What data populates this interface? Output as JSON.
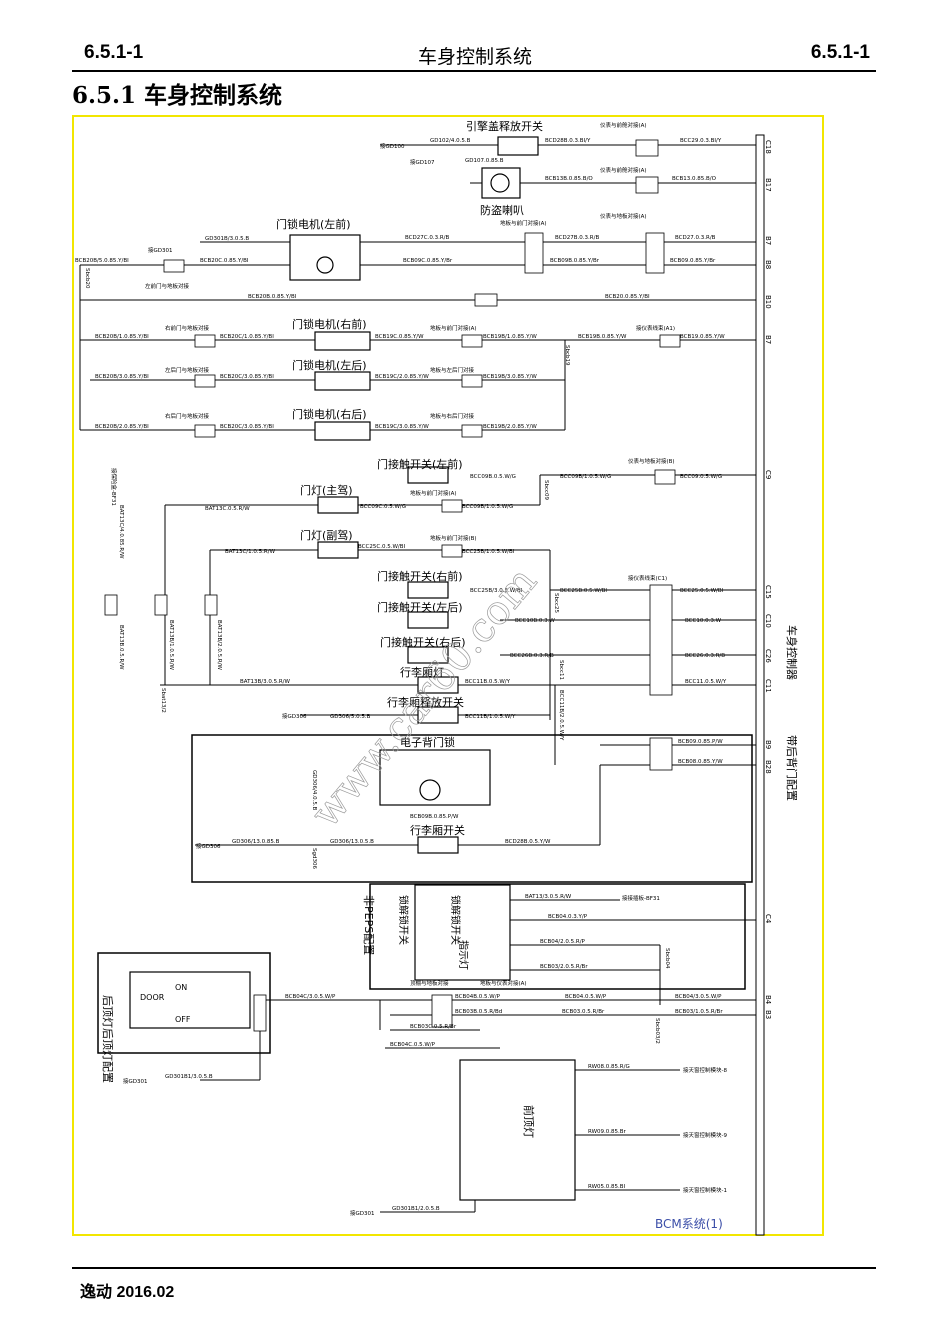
{
  "header": {
    "left_code": "6.5.1-1",
    "center_title": "车身控制系统",
    "right_code": "6.5.1-1"
  },
  "section": {
    "number": "6.5.1",
    "title": "车身控制系统"
  },
  "diagram": {
    "components": {
      "hood_switch": "引擎盖释放开关",
      "horn": "防盗喇叭",
      "motor_lf": "门锁电机(左前)",
      "motor_rf": "门锁电机(右前)",
      "motor_lr": "门锁电机(左后)",
      "motor_rr": "门锁电机(右后)",
      "door_sw_lf": "门接触开关(左前)",
      "dome_main": "门灯(主驾)",
      "dome_pass": "门灯(副驾)",
      "door_sw_rf": "门接触开关(右前)",
      "door_sw_lr": "门接触开关(左后)",
      "door_sw_rr": "门接触开关(右后)",
      "trunk_light": "行李厢灯",
      "trunk_release": "行李厢释放开关",
      "elec_lock": "电子背门锁",
      "trunk_switch": "行李厢开关",
      "bcm": "车身控制器",
      "rear_door_config": "带后背门配置",
      "peps_config": "非PEPS配置",
      "rear_dome": "后顶灯",
      "rear_dome_config": "后顶灯配置",
      "front_dome": "前顶灯",
      "switch_a": "锁解锁开关",
      "switch_b": "锁解锁开关",
      "indicator": "指示灯"
    },
    "connectors": {
      "c1": "仪表与前舱对接(A)",
      "c2": "仪表与前舱对接(A)",
      "c3": "地板与前门对接(A)",
      "c4": "仪表与地板对接(A)",
      "c5": "左前门与地板对接",
      "c6": "右前门与地板对接",
      "c7": "地板与前门对接(A)",
      "c8": "接仪表线束(A1)",
      "c9": "左后门与地板对接",
      "c10": "地板与左后门对接",
      "c11": "右后门与地板对接",
      "c12": "地板与右后门对接",
      "c13": "仪表与地板对接(B)",
      "c14": "地板与前门对接(A)",
      "c15": "地板与前门对接(B)",
      "c16": "接仪表线束(C1)",
      "c17": "顶棚与地板对接",
      "c18": "地板与仪表对接(A)"
    },
    "grounds": {
      "g1": "接GD100",
      "g2": "接GD107",
      "g3": "接GD301",
      "g4": "接GD306",
      "g5": "接GD306",
      "g6": "接GD301",
      "g7": "接GD301"
    },
    "wires": {
      "w01": "GD102/4.0.5.B",
      "w02": "BCD28B.0.3.BI/Y",
      "w03": "BCC29.0.3.BI/Y",
      "w04": "GD107.0.85.B",
      "w05": "BCB13B.0.85.B/O",
      "w06": "BCB13.0.85.B/O",
      "w07": "GD301B/3.0.5.B",
      "w08": "BCD27C.0.3.R/B",
      "w09": "BCD27B.0.3.R/B",
      "w10": "BCD27.0.3.R/B",
      "w11": "BCB20B/5.0.85.Y/BI",
      "w12": "BCB20C.0.85.Y/BI",
      "w13": "BCB09C.0.85.Y/Br",
      "w14": "BCB09B.0.85.Y/Br",
      "w15": "BCB09.0.85.Y/Br",
      "w16": "BCB20B.0.85.Y/BI",
      "w17": "BCB20.0.85.Y/BI",
      "w18": "BCB20B/1.0.85.Y/BI",
      "w19": "BCB20C/1.0.85.Y/BI",
      "w20": "BCB19C.0.85.Y/W",
      "w21": "BCB19B/1.0.85.Y/W",
      "w22": "BCB19B.0.85.Y/W",
      "w23": "BCB19.0.85.Y/W",
      "w24": "BCB20B/3.0.85.Y/BI",
      "w25": "BCB20C/3.0.85.Y/BI",
      "w26": "BCB19C/2.0.85.Y/W",
      "w27": "BCB19B/3.0.85.Y/W",
      "w28": "BCB20B/2.0.85.Y/BI",
      "w29": "BCB20C/3.0.85.Y/BI",
      "w30": "BCB19C/3.0.85.Y/W",
      "w31": "BCB19B/2.0.85.Y/W",
      "w32": "BCC09B.0.5.W/G",
      "w33": "BCC09B/1.0.5.W/G",
      "w34": "BCC09.0.5.W/G",
      "w35": "BAT13C.0.5.R/W",
      "w36": "BCC09C.0.5.W/G",
      "w37": "BCC09B/1.0.5.W/G",
      "w38": "BAT13C/1.0.5.R/W",
      "w39": "BCC25C.0.5.W/BI",
      "w40": "BCC25B/1.0.5.W/BI",
      "w41": "BCC25B/3.0.5.W/BI",
      "w42": "BCC25B.0.5.W/BI",
      "w43": "BCC25.0.5.W/BI",
      "w44": "BCC10B.0.3.W",
      "w45": "BCC10.0.3.W",
      "w46": "BCC26B.0.3.R/B",
      "w47": "BCC26.0.3.R/B",
      "w48": "BAT13B/3.0.5.R/W",
      "w49": "BCC11B.0.5.W/Y",
      "w50": "BCC11.0.5.W/Y",
      "w51": "GD306/5.0.5.B",
      "w52": "BCC11B/1.0.5.W/Y",
      "w53": "BCB09.0.85.P/W",
      "w54": "BCB08.0.85.Y/W",
      "w55": "BCB09B.0.85.P/W",
      "w56": "GD306/13.0.85.B",
      "w57": "GD306/13.0.5.B",
      "w58": "BCD28B.0.5.Y/W",
      "w59": "BAT13/3.0.5.R/W",
      "w60": "BCB04.0.3.Y/P",
      "w61": "BCB04/2.0.5.R/P",
      "w62": "BCB03/2.0.5.R/Br",
      "w63": "BCB04C/3.0.5.W/P",
      "w64": "BCB04B.0.5.W/P",
      "w65": "BCB03B.0.5.R/Bd",
      "w66": "BCB04.0.5.W/P",
      "w67": "BCB03.0.5.R/Br",
      "w68": "BCB04/3.0.5.W/P",
      "w69": "BCB03/1.0.5.R/Br",
      "w70": "BCB03C.0.5.R/Br",
      "w71": "BCB04C.0.5.W/P",
      "w72": "GD301B1/3.0.5.B",
      "w73": "RW08.0.85.R/G",
      "w74": "RW09.0.85.Br",
      "w75": "RW05.0.85.BI",
      "w76": "GD301B1/2.0.5.B",
      "w77": "BAT13C/4.0.85.R/W",
      "w78": "BAT13B/1.0.5.R/W",
      "w79": "BAT13B/2.0.5.R/W",
      "w80": "BAT13B.0.5.R/W",
      "w81": "BCC11B/2.0.5.W/Y",
      "w82": "GD306/4.0.5.B"
    },
    "splices": {
      "s1": "Sbcb20",
      "s2": "Sbcb19",
      "s3": "Sbcc09",
      "s4": "Sbcc25",
      "s5": "Sbcc11",
      "s6": "Sbat13/2",
      "s7": "Sgd306",
      "s8": "Sbcb04",
      "s9": "Sbcb03/2"
    },
    "targets": {
      "t1": "接接插板-BF31",
      "t2": "接天窗控制模块-8",
      "t3": "接天窗控制模块-9",
      "t4": "接天窗控制模块-1",
      "t5": "接保险盒-BF31"
    },
    "bcm_pins": [
      "C18",
      "B17",
      "B7",
      "B8",
      "B10",
      "B7",
      "C9",
      "C15",
      "C10",
      "C26",
      "C11",
      "B9",
      "B28",
      "C4",
      "B4",
      "B3"
    ],
    "switch_labels": {
      "door": "DOOR",
      "on": "ON",
      "off": "OFF"
    },
    "watermark": "www.car60.com",
    "caption": "BCM系统(1)"
  },
  "footer": {
    "text": "逸动 2016.02"
  }
}
